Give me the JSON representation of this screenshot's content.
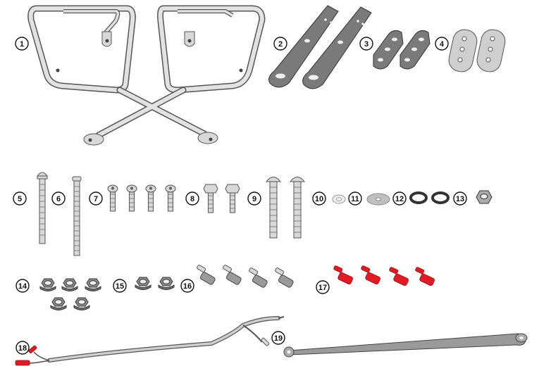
{
  "parts": [
    {
      "label": "1",
      "icon": "side-frames-icon"
    },
    {
      "label": "2",
      "icon": "mounting-plates-icon"
    },
    {
      "label": "3",
      "icon": "spacer-plate-icon"
    },
    {
      "label": "4",
      "icon": "spacer-plate-flat-icon"
    },
    {
      "label": "5",
      "icon": "long-bolt-icon"
    },
    {
      "label": "6",
      "icon": "longest-bolt-icon"
    },
    {
      "label": "7",
      "icon": "short-bolt-icon"
    },
    {
      "label": "8",
      "icon": "hex-bolt-icon"
    },
    {
      "label": "9",
      "icon": "medium-bolt-icon"
    },
    {
      "label": "10",
      "icon": "small-washer-icon"
    },
    {
      "label": "11",
      "icon": "large-washer-icon"
    },
    {
      "label": "12",
      "icon": "spring-washer-icon"
    },
    {
      "label": "13",
      "icon": "hex-nut-icon"
    },
    {
      "label": "14",
      "icon": "flange-nut-icon"
    },
    {
      "label": "15",
      "icon": "flange-nut-large-icon"
    },
    {
      "label": "16",
      "icon": "connector-icon"
    },
    {
      "label": "17",
      "icon": "red-connector-icon"
    },
    {
      "label": "18",
      "icon": "wiring-harness-icon"
    },
    {
      "label": "19",
      "icon": "support-bar-icon"
    }
  ]
}
